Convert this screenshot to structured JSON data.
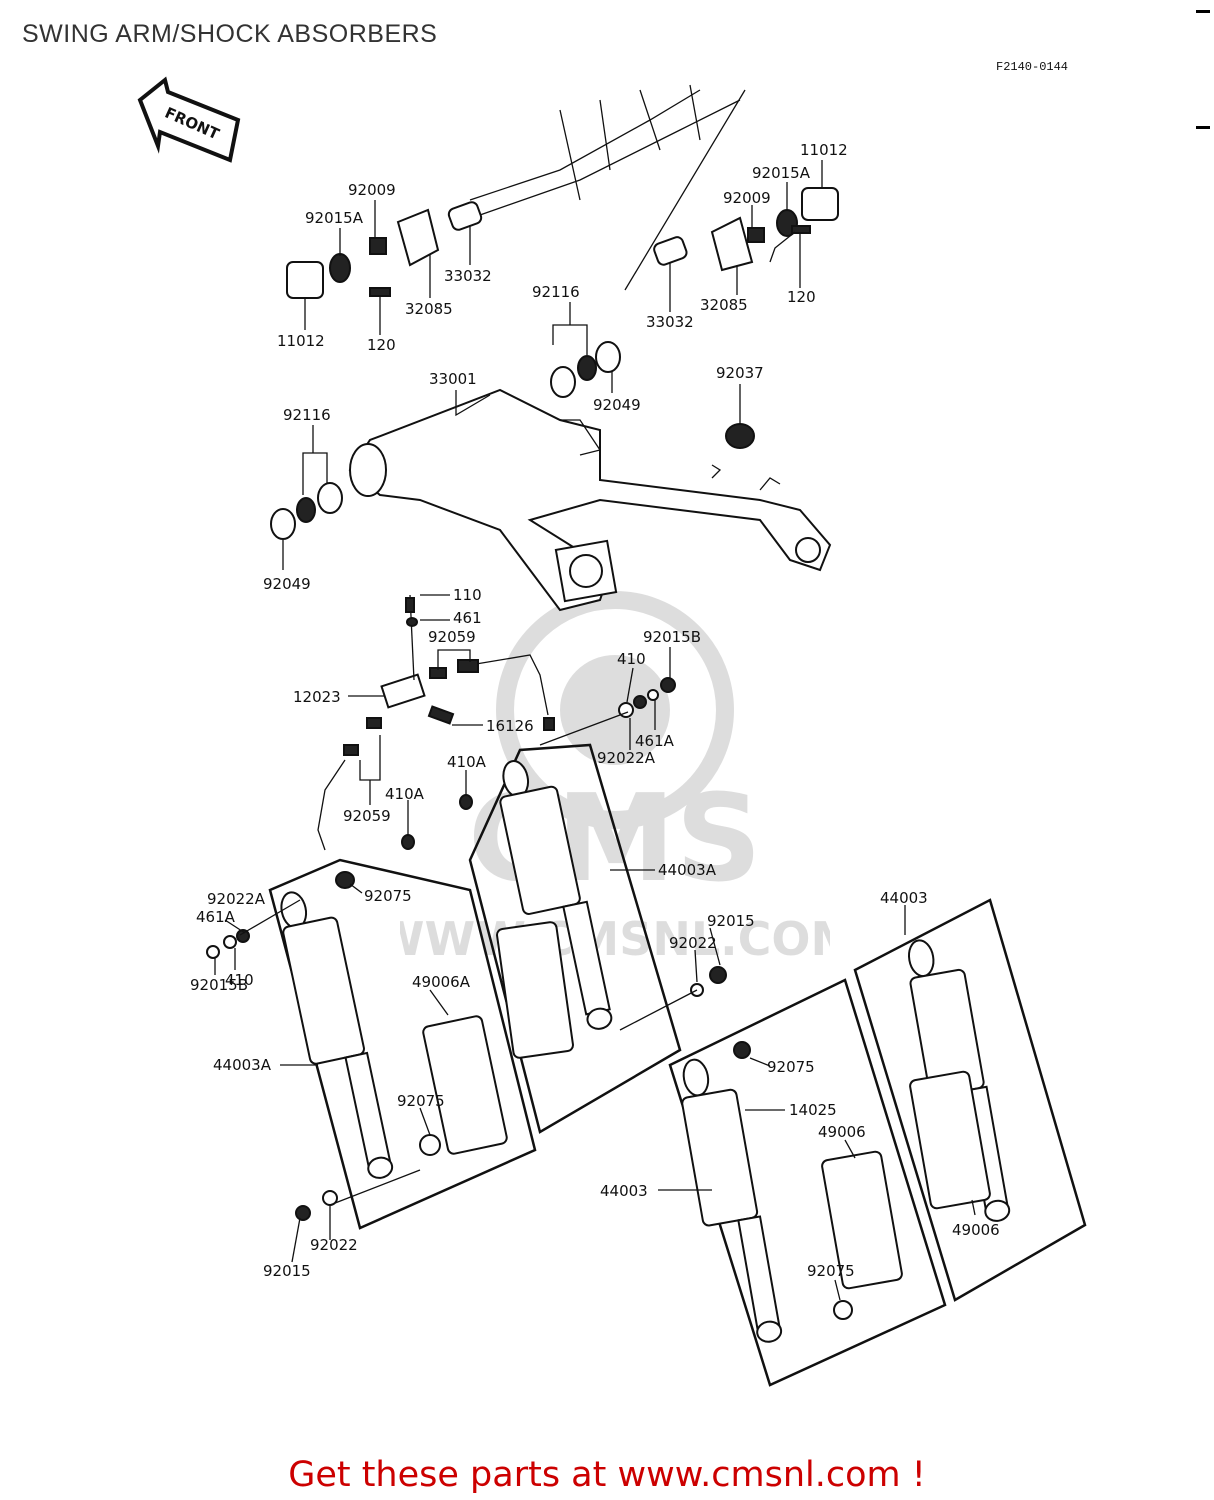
{
  "title": "SWING ARM/SHOCK ABSORBERS",
  "figure_code": "F2140-0144",
  "front_label": "FRONT",
  "footer": "Get these parts at www.cmsnl.com !",
  "watermark": {
    "brand": "CMS",
    "url": "WWW.CMSNL.COM"
  },
  "colors": {
    "footer": "#cc0000",
    "title": "#333333",
    "linework": "#111111"
  },
  "labels": {
    "l_92009_a": "92009",
    "l_92015A_a": "92015A",
    "l_11012_a": "11012",
    "l_120_a": "120",
    "l_32085_a": "32085",
    "l_33032_a": "33032",
    "l_11012_b": "11012",
    "l_92015A_b": "92015A",
    "l_92009_b": "92009",
    "l_120_b": "120",
    "l_32085_b": "32085",
    "l_33032_b": "33032",
    "l_92116_a": "92116",
    "l_92049_a": "92049",
    "l_92037": "92037",
    "l_33001": "33001",
    "l_92116_b": "92116",
    "l_92049_b": "92049",
    "l_110": "110",
    "l_461": "461",
    "l_92059_a": "92059",
    "l_12023": "12023",
    "l_16126": "16126",
    "l_92059_b": "92059",
    "l_410A_a": "410A",
    "l_410A_b": "410A",
    "l_410_a": "410",
    "l_92015B_a": "92015B",
    "l_461A_a": "461A",
    "l_92022A_a": "92022A",
    "l_92022A_b": "92022A",
    "l_461A_b": "461A",
    "l_410_b": "410",
    "l_92015B_b": "92015B",
    "l_92075_a": "92075",
    "l_44003A_a": "44003A",
    "l_49006A": "49006A",
    "l_92075_b": "92075",
    "l_92022_a": "92022",
    "l_92015_a": "92015",
    "l_44003A_b": "44003A",
    "l_92015_b": "92015",
    "l_92022_b": "92022",
    "l_44003_a": "44003",
    "l_92075_c": "92075",
    "l_14025": "14025",
    "l_49006_a": "49006",
    "l_44003_b": "44003",
    "l_92075_d": "92075",
    "l_49006_b": "49006"
  }
}
